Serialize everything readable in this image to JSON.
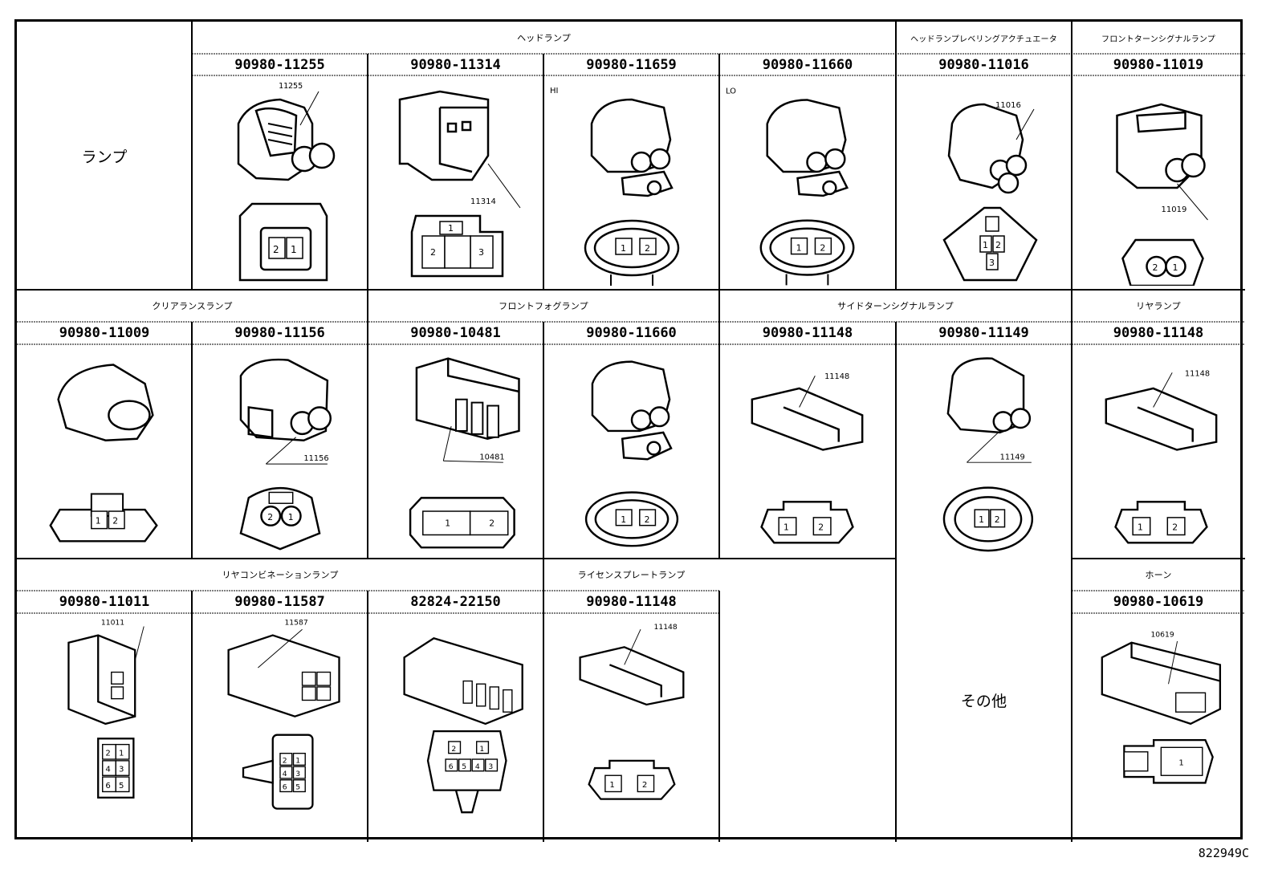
{
  "row1": {
    "category": "ランプ",
    "groups": [
      "ヘッドランプ",
      "ヘッドランプレベリングアクチュエータ",
      "フロントターンシグナルランプ"
    ],
    "parts": [
      "90980-11255",
      "90980-11314",
      "90980-11659",
      "90980-11660",
      "90980-11016",
      "90980-11019"
    ],
    "tags": [
      "11255",
      "11314",
      "HI",
      "LO",
      "11016",
      "11019"
    ]
  },
  "row2": {
    "groups": [
      "クリアランスランプ",
      "フロントフォグランプ",
      "サイドターンシグナルランプ",
      "リヤランプ"
    ],
    "parts": [
      "90980-11009",
      "90980-11156",
      "90980-10481",
      "90980-11660",
      "90980-11148",
      "90980-11149",
      "90980-11148"
    ],
    "tags": [
      "11156",
      "10481",
      "11148",
      "11149",
      "11148"
    ]
  },
  "row3": {
    "groups": [
      "リヤコンビネーションランプ",
      "ライセンスプレートランプ",
      "ホーン"
    ],
    "parts": [
      "90980-11011",
      "90980-11587",
      "82824-22150",
      "90980-11148",
      "90980-10619"
    ],
    "tags": [
      "11011",
      "11587",
      "11148",
      "10619"
    ],
    "other": "その他"
  },
  "footer_code": "822949C",
  "pins": {
    "p1": "1",
    "p2": "2",
    "p3": "3",
    "p4": "4",
    "p5": "5",
    "p6": "6"
  }
}
